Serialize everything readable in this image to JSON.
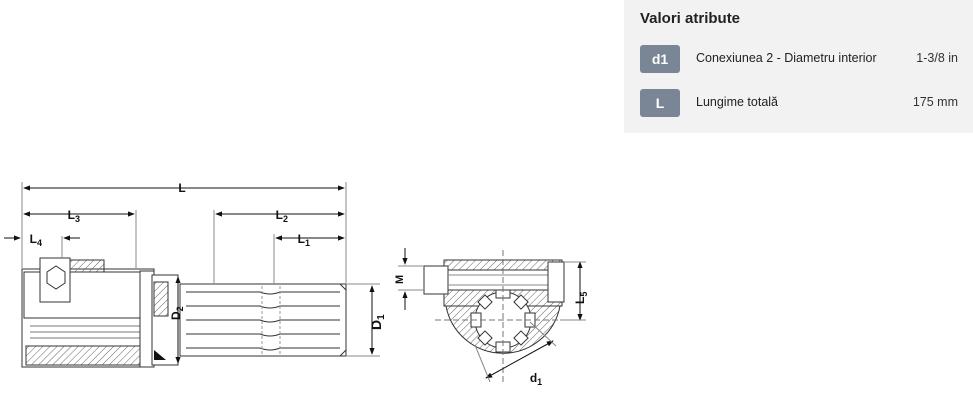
{
  "panel": {
    "title": "Valori atribute",
    "rows": [
      {
        "badge": "d1",
        "label": "Conexiunea 2 - Diametru interior",
        "value": "1-3/8 in"
      },
      {
        "badge": "L",
        "label": "Lungime totală",
        "value": "175 mm"
      }
    ]
  },
  "drawing": {
    "dims": {
      "L": "L",
      "L1": {
        "base": "L",
        "sub": "1"
      },
      "L2": {
        "base": "L",
        "sub": "2"
      },
      "L3": {
        "base": "L",
        "sub": "3"
      },
      "L4": {
        "base": "L",
        "sub": "4"
      },
      "L5": {
        "base": "L",
        "sub": "5"
      },
      "D1": {
        "base": "D",
        "sub": "1"
      },
      "D2": {
        "base": "D",
        "sub": "2"
      },
      "M": "M",
      "d1": {
        "base": "d",
        "sub": "1"
      }
    }
  }
}
